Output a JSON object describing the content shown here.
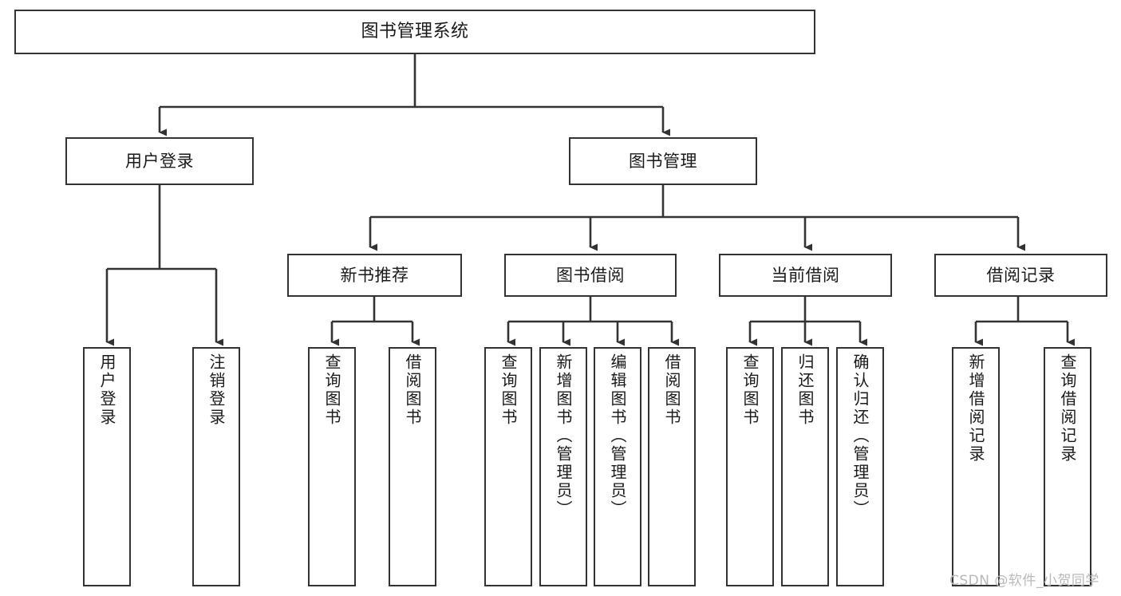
{
  "diagram": {
    "title": "图书管理系统",
    "type": "tree-hierarchy-chart",
    "background_color": "#ffffff",
    "line_color": "#333333",
    "box_border_color": "#333333",
    "box_fill_color": "#ffffff"
  },
  "nodes": {
    "root": {
      "label": "图书管理系统"
    },
    "level2": [
      {
        "label": "用户登录"
      },
      {
        "label": "图书管理"
      }
    ],
    "level3": [
      {
        "label": "新书推荐"
      },
      {
        "label": "图书借阅"
      },
      {
        "label": "当前借阅"
      },
      {
        "label": "借阅记录"
      }
    ],
    "leaves_user_login": [
      {
        "label": "用户登录"
      },
      {
        "label": "注销登录"
      }
    ],
    "leaves_new_book": [
      {
        "label": "查询图书"
      },
      {
        "label": "借阅图书"
      }
    ],
    "leaves_borrow": [
      {
        "label": "查询图书"
      },
      {
        "label": "新增图书（管理员）"
      },
      {
        "label": "编辑图书（管理员）"
      },
      {
        "label": "借阅图书"
      }
    ],
    "leaves_current": [
      {
        "label": "查询图书"
      },
      {
        "label": "归还图书"
      },
      {
        "label": "确认归还（管理员）"
      }
    ],
    "leaves_records": [
      {
        "label": "新增借阅记录"
      },
      {
        "label": "查询借阅记录"
      }
    ]
  },
  "watermark": {
    "text": "CSDN @软件_小贺同学",
    "color": "#b9b9b9"
  }
}
